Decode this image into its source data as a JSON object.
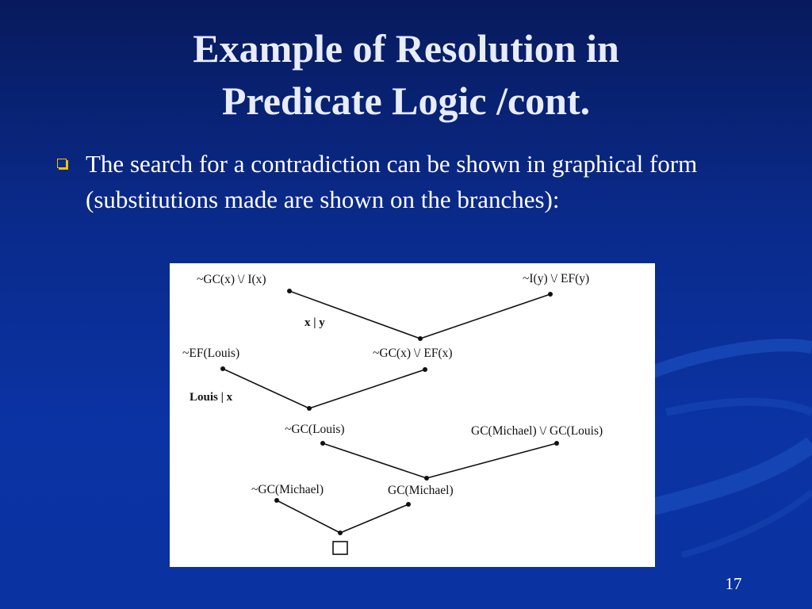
{
  "slide": {
    "title_line1": "Example of Resolution in",
    "title_line2": "Predicate Logic /cont.",
    "bullet_text": "The search for a contradiction can be shown in graphical form (substitutions made are shown on the branches):",
    "slide_number": "17"
  },
  "diagram": {
    "nodes": {
      "n1": "~GC(x) \\/ I(x)",
      "n2": "~I(y) \\/ EF(y)",
      "n3": "~EF(Louis)",
      "n4": "~GC(x) \\/ EF(x)",
      "n5": "~GC(Louis)",
      "n6": "GC(Michael) \\/ GC(Louis)",
      "n7": "~GC(Michael)",
      "n8": "GC(Michael)"
    },
    "substitutions": {
      "s1": "x | y",
      "s2": "Louis | x"
    },
    "empty_clause": "□"
  },
  "colors": {
    "background": "#0a2a8a",
    "title": "#e8ecff",
    "bullet": "#f2c200"
  }
}
